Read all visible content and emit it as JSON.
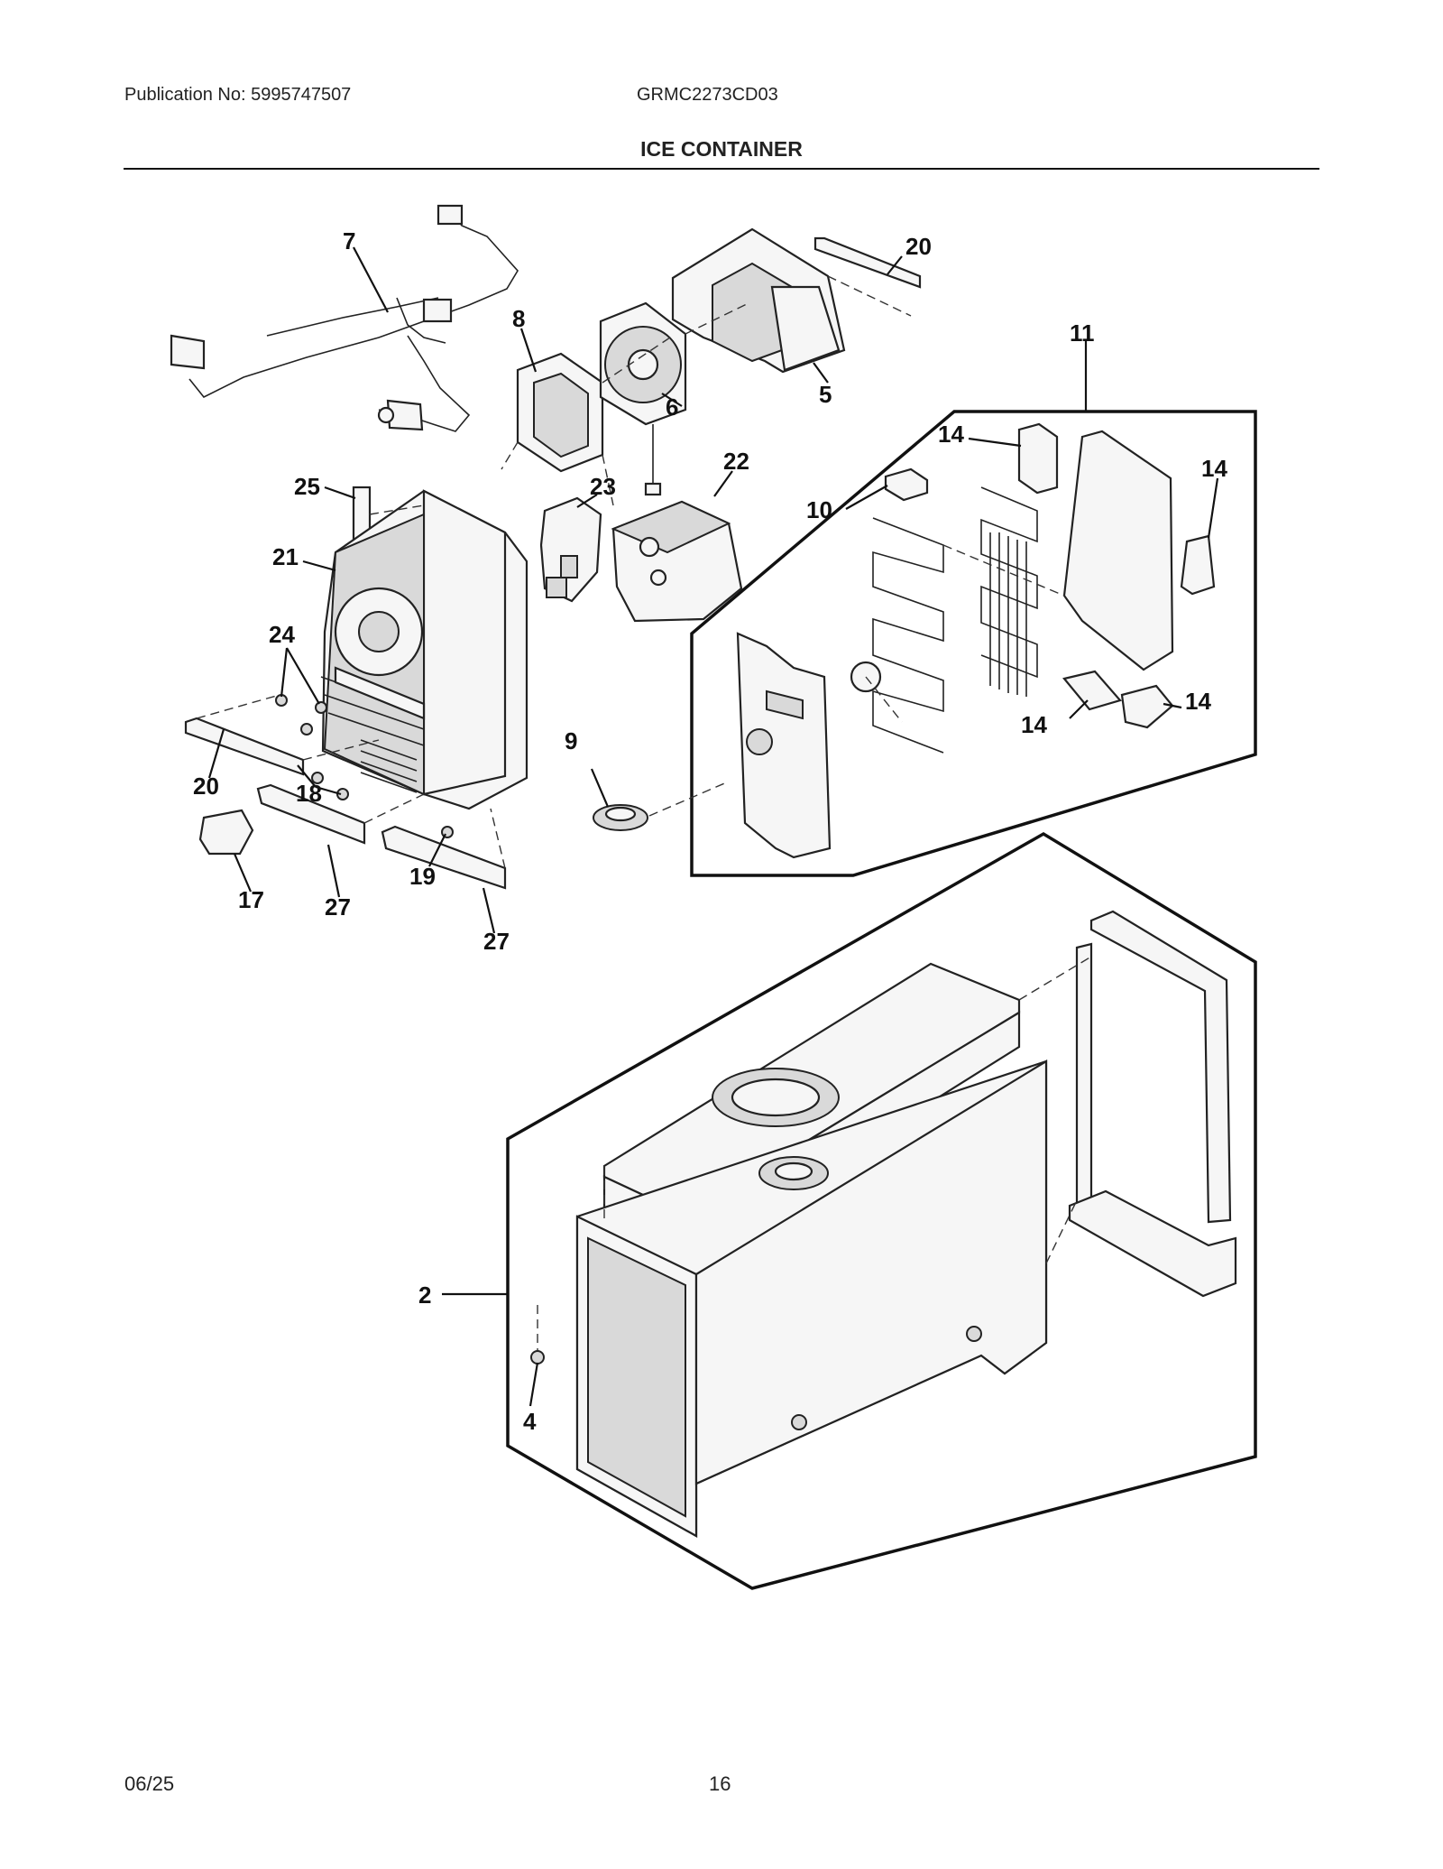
{
  "header": {
    "publication": "Publication No: 5995747507",
    "model": "GRMC2273CD03",
    "title": "ICE CONTAINER"
  },
  "footer": {
    "date": "06/25",
    "page": "16"
  },
  "callouts": [
    "7",
    "20",
    "8",
    "11",
    "6",
    "5",
    "14",
    "14",
    "25",
    "23",
    "22",
    "10",
    "21",
    "24",
    "20",
    "18",
    "9",
    "14",
    "14",
    "17",
    "27",
    "19",
    "27",
    "2",
    "4"
  ]
}
